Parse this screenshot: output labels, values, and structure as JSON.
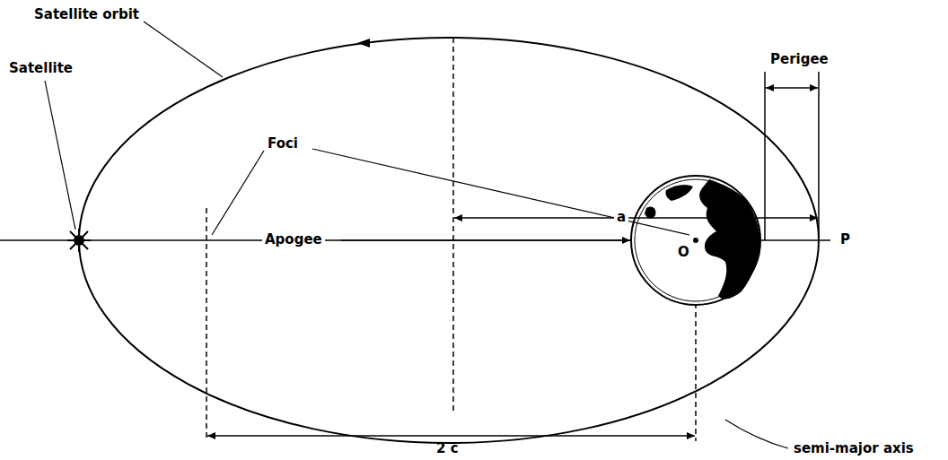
{
  "diagram": {
    "labels": [
      "Satellite orbit",
      "Satellite",
      "Foci",
      "Apogee",
      "O",
      "P",
      "Perigee",
      "a",
      "2 c",
      "semi-major axis"
    ]
  }
}
